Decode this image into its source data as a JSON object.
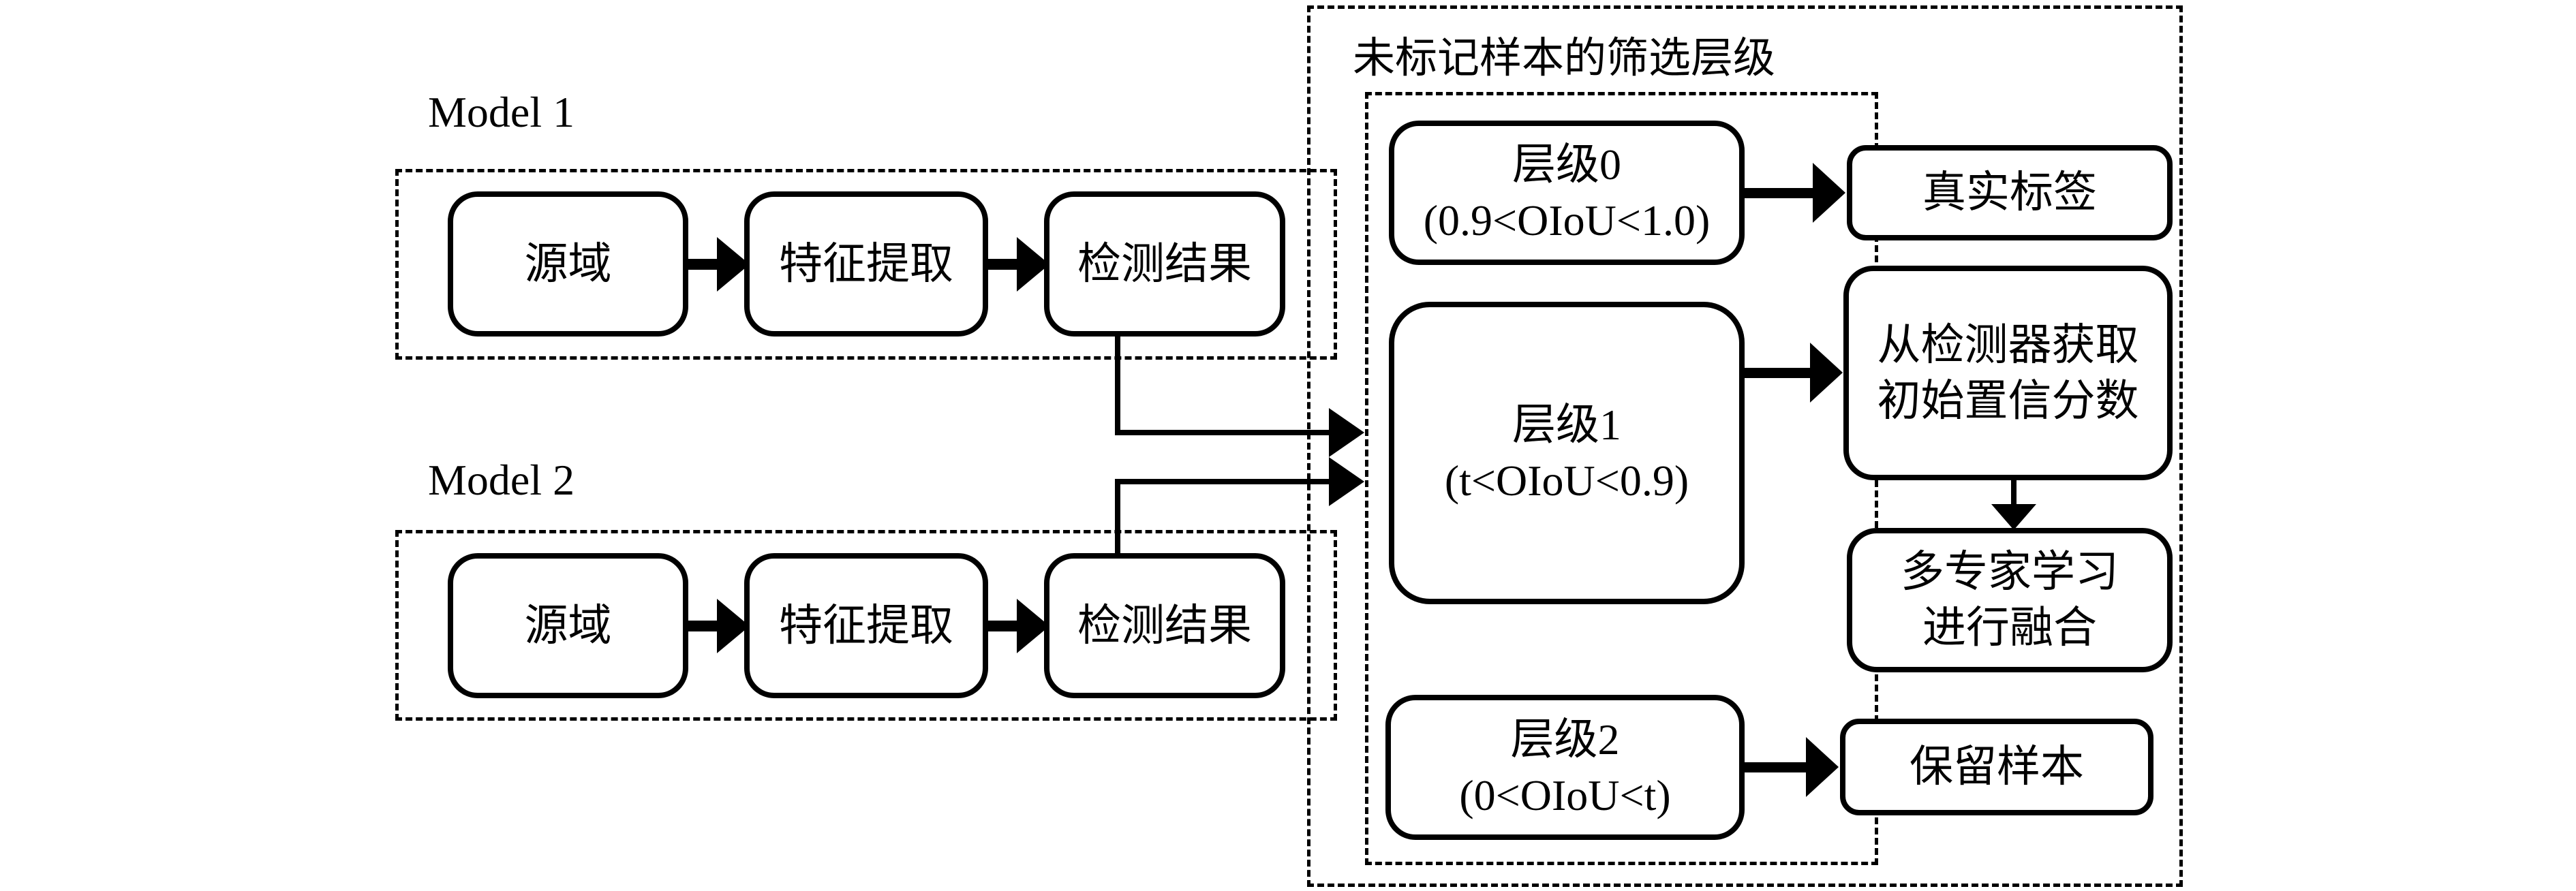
{
  "page": {
    "background": "#ffffff",
    "line_color": "#000000"
  },
  "model1": {
    "label": "Model 1",
    "boxes": [
      {
        "label": "源域"
      },
      {
        "label": "特征提取"
      },
      {
        "label": "检测结果"
      }
    ]
  },
  "model2": {
    "label": "Model 2",
    "boxes": [
      {
        "label": "源域"
      },
      {
        "label": "特征提取"
      },
      {
        "label": "检测结果"
      }
    ]
  },
  "panel": {
    "title": "未标记样本的筛选层级",
    "level0": {
      "name": "层级0",
      "range": "(0.9<OIoU<1.0)",
      "target": "真实标签"
    },
    "level1": {
      "name": "层级1",
      "range": "(t<OIoU<0.9)",
      "target_line1": "从检测器获取",
      "target_line2": "初始置信分数",
      "fusion_line1": "多专家学习",
      "fusion_line2": "进行融合"
    },
    "level2": {
      "name": "层级2",
      "range": "(0<OIoU<t)",
      "target": "保留样本"
    }
  }
}
